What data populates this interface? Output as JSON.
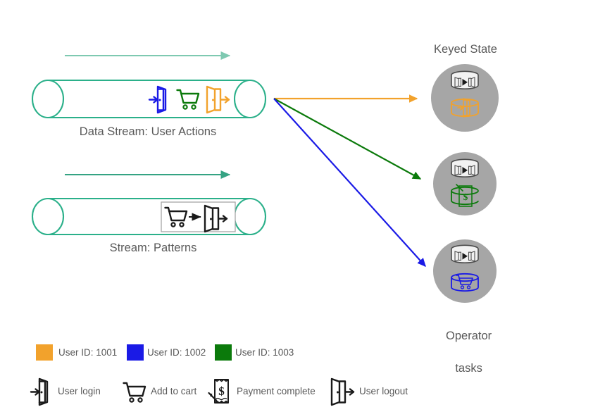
{
  "diagram": {
    "title_keyed_state": "Keyed State",
    "label_operator_tasks_line1": "Operator",
    "label_operator_tasks_line2": "tasks",
    "streams": [
      {
        "name": "stream-user-actions",
        "label": "Data Stream: User Actions",
        "events": [
          {
            "icon": "user-login-icon",
            "color": "#1a1ae6"
          },
          {
            "icon": "add-to-cart-icon",
            "color": "#0b7a0b"
          },
          {
            "icon": "user-logout-icon",
            "color": "#f2a22c"
          }
        ]
      },
      {
        "name": "stream-patterns",
        "label": "Stream: Patterns",
        "pattern": {
          "from_icon": "add-to-cart-icon",
          "arrow_icon": "arrow-right-icon",
          "to_icon": "user-logout-icon"
        }
      }
    ],
    "keyed_state_nodes": [
      {
        "name": "keyed-state-node-1001",
        "top_icon": "state-cylinder-icon",
        "state_icon": "user-login-cylinder-icon",
        "color": "#f2a22c"
      },
      {
        "name": "keyed-state-node-1003",
        "top_icon": "state-cylinder-icon",
        "state_icon": "payment-cylinder-icon",
        "color": "#0b7a0b"
      },
      {
        "name": "keyed-state-node-1002",
        "top_icon": "state-cylinder-icon",
        "state_icon": "cart-cylinder-icon",
        "color": "#1a1ae6"
      }
    ],
    "routing_arrows": [
      {
        "name": "routing-arrow-1001",
        "color": "#f2a22c",
        "target": "keyed-state-node-1001"
      },
      {
        "name": "routing-arrow-1003",
        "color": "#0b7a0b",
        "target": "keyed-state-node-1003"
      },
      {
        "name": "routing-arrow-1002",
        "color": "#1a1ae6",
        "target": "keyed-state-node-1002"
      }
    ],
    "flow_arrows": [
      {
        "name": "flow-arrow-top",
        "color": "#7ec9b1"
      },
      {
        "name": "flow-arrow-bottom",
        "color": "#35a383"
      }
    ],
    "colors": {
      "stream_outline": "#2bb08a",
      "circle_fill": "#a6a6a6",
      "text": "#595959",
      "orange": "#f2a22c",
      "blue": "#1a1ae6",
      "green": "#0b7a0b",
      "black": "#1a1a1a",
      "pattern_box_border": "#a6a6a6"
    }
  },
  "legend": {
    "users": [
      {
        "swatch_name": "legend-swatch-1001",
        "color": "#f2a22c",
        "label": "User ID: 1001"
      },
      {
        "swatch_name": "legend-swatch-1002",
        "color": "#1a1ae6",
        "label": "User ID: 1002"
      },
      {
        "swatch_name": "legend-swatch-1003",
        "color": "#0b7a0b",
        "label": "User ID: 1003"
      }
    ],
    "icons": [
      {
        "icon": "user-login-icon",
        "label": "User login"
      },
      {
        "icon": "add-to-cart-icon",
        "label": "Add to cart"
      },
      {
        "icon": "payment-complete-icon",
        "label": "Payment complete"
      },
      {
        "icon": "user-logout-icon",
        "label": "User logout"
      }
    ]
  }
}
